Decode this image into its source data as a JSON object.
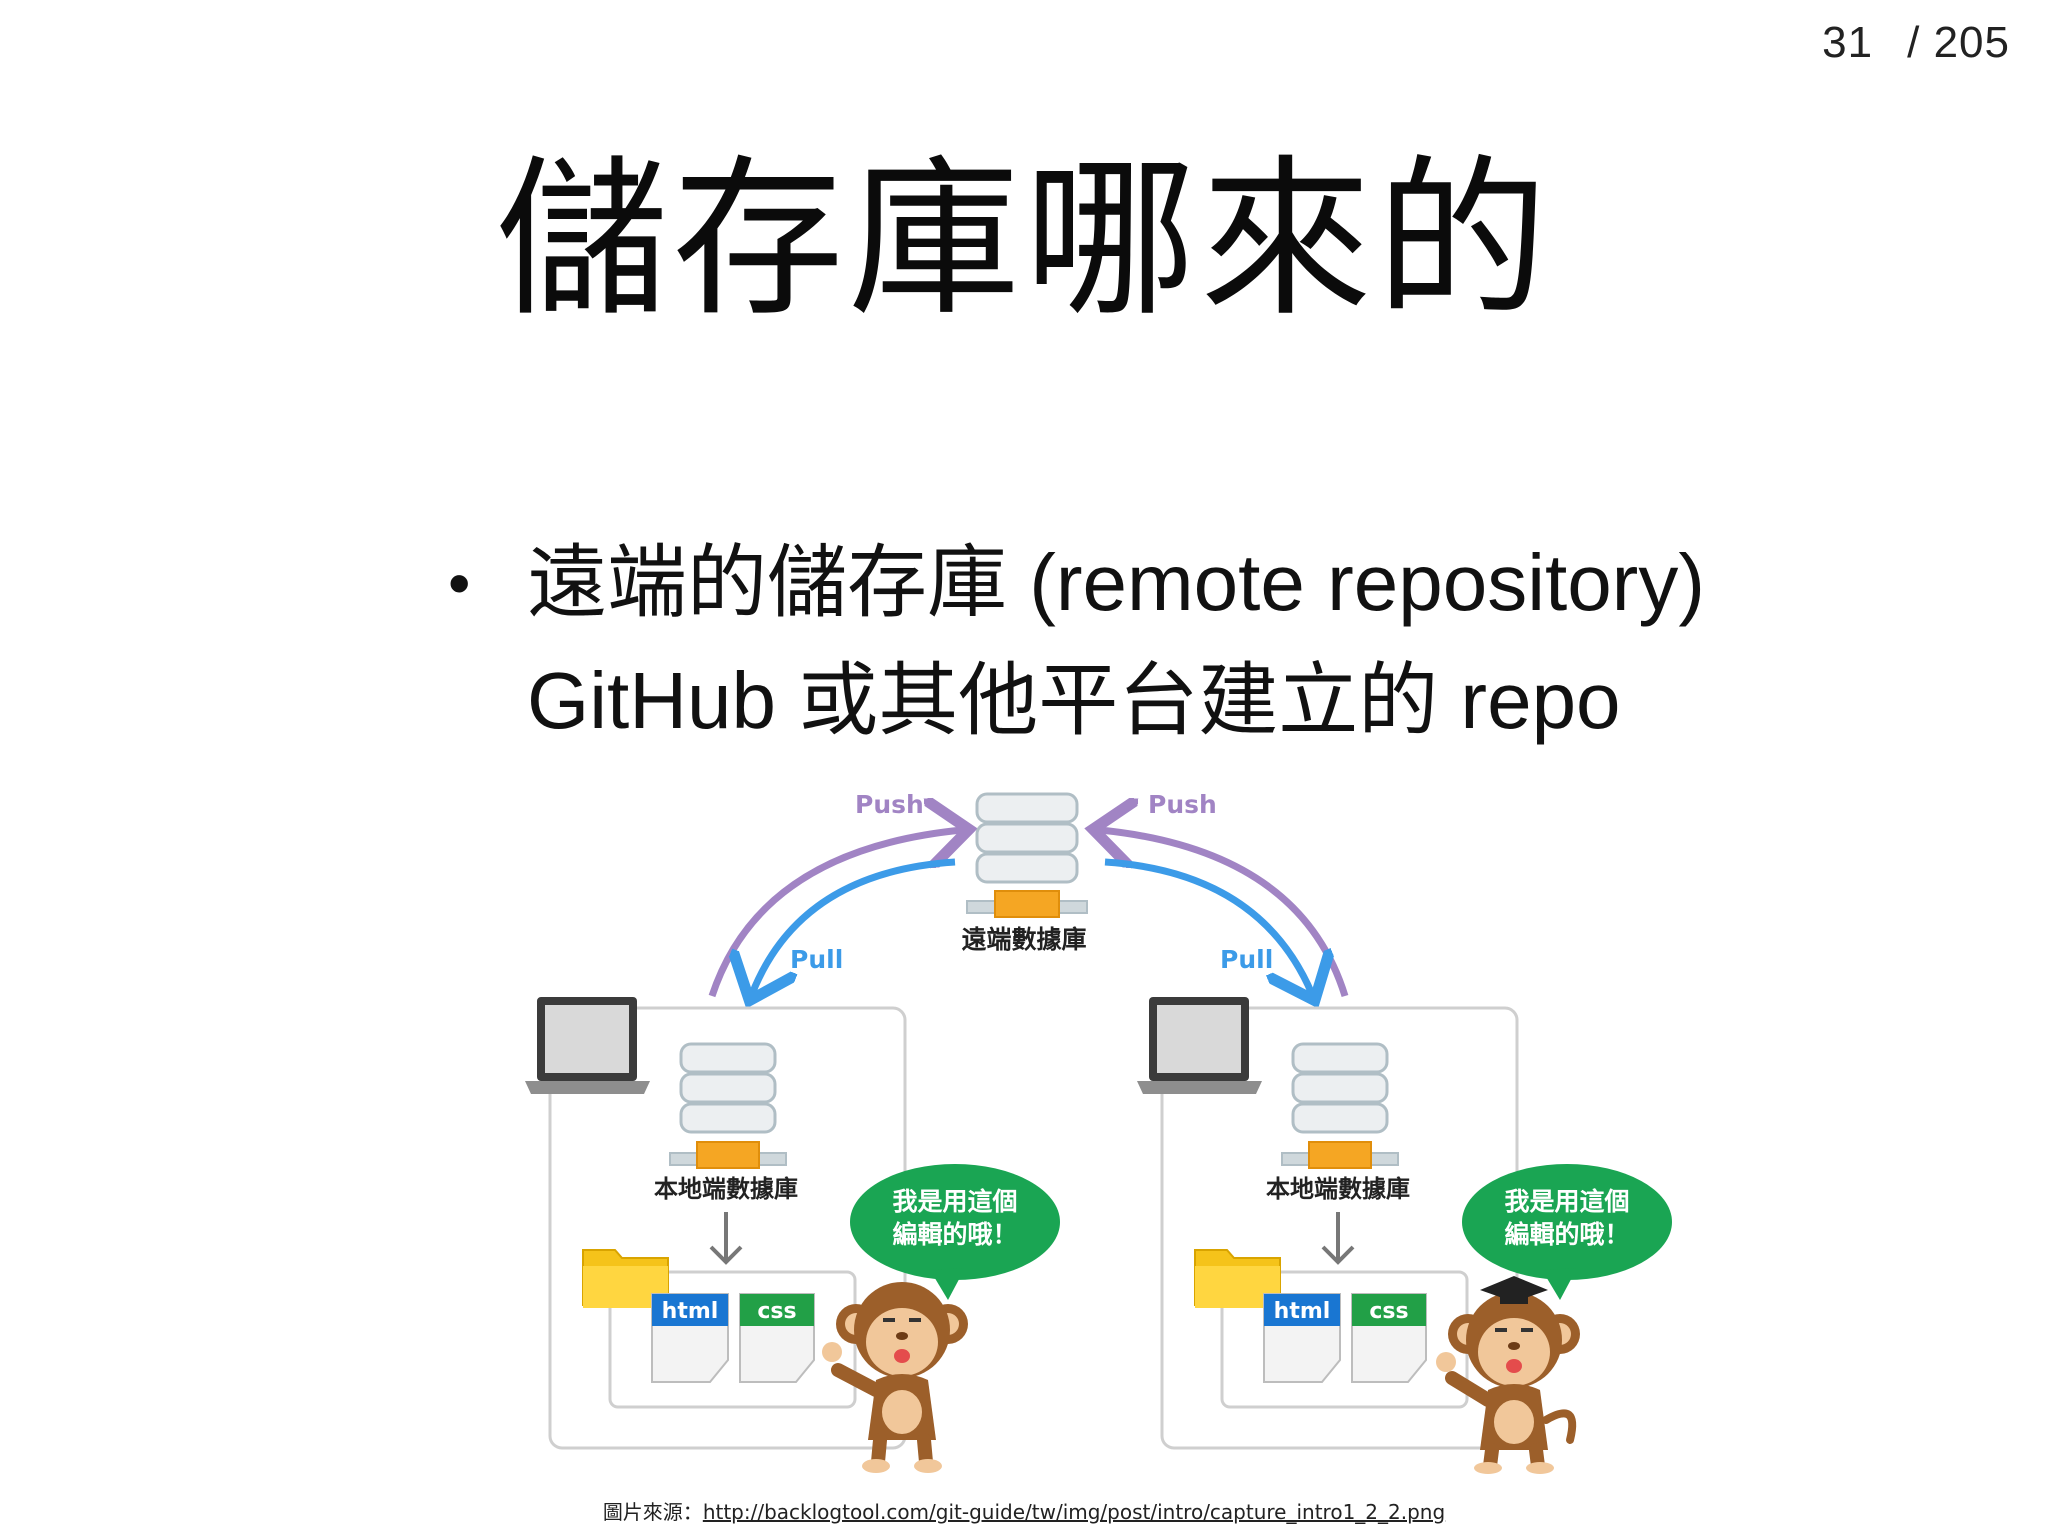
{
  "page_counter": {
    "current": "31",
    "total": "/ 205"
  },
  "title": "儲存庫哪來的",
  "bullet": {
    "line1": "遠端的儲存庫 (remote repository)",
    "line2": "GitHub 或其他平台建立的 repo"
  },
  "diagram": {
    "push_left": "Push",
    "push_right": "Push",
    "pull_left": "Pull",
    "pull_right": "Pull",
    "remote_db_label": "遠端數據庫",
    "local_db_label_left": "本地端數據庫",
    "local_db_label_right": "本地端數據庫",
    "bubble_left_line1": "我是用這個",
    "bubble_left_line2": "編輯的哦！",
    "bubble_right_line1": "我是用這個",
    "bubble_right_line2": "編輯的哦！",
    "file_html": "html",
    "file_css": "css",
    "colors": {
      "push": "#a184c4",
      "pull": "#3c9be8",
      "bubble": "#1aa553",
      "html_tab": "#1976d2",
      "css_tab": "#22a047",
      "server_base": "#f5a623"
    }
  },
  "caption": {
    "prefix": "圖片來源：",
    "url": "http://backlogtool.com/git-guide/tw/img/post/intro/capture_intro1_2_2.png"
  }
}
